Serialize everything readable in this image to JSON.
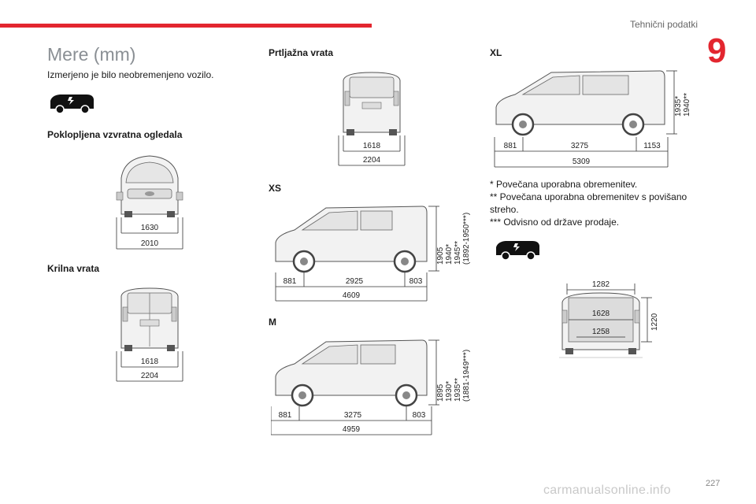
{
  "header": {
    "section": "Tehnični podatki",
    "chapter": "9"
  },
  "title": "Mere (mm)",
  "intro": "Izmerjeno je bilo neobremenjeno vozilo.",
  "front": {
    "label": "Poklopljena vzvratna ogledala",
    "inner": "1630",
    "outer": "2010"
  },
  "wing": {
    "label": "Krilna vrata",
    "inner": "1618",
    "outer": "2204"
  },
  "tailgate": {
    "label": "Prtljažna vrata",
    "inner": "1618",
    "outer": "2204"
  },
  "xs": {
    "label": "XS",
    "front": "881",
    "wheelbase": "2925",
    "rear": "803",
    "total": "4609",
    "heights": [
      "1905",
      "1940*",
      "1945**",
      "(1892-1950***)"
    ]
  },
  "m": {
    "label": "M",
    "front": "881",
    "wheelbase": "3275",
    "rear": "803",
    "total": "4959",
    "heights": [
      "1895",
      "1930*",
      "1935**",
      "(1881-1949***)"
    ]
  },
  "xl": {
    "label": "XL",
    "front": "881",
    "wheelbase": "3275",
    "rear": "1153",
    "total": "5309",
    "heights": [
      "1935*",
      "1940**"
    ]
  },
  "footnotes": [
    "* Povečana uporabna obremenitev.",
    "** Povečana uporabna obremenitev s povišano streho.",
    "*** Odvisno od države prodaje."
  ],
  "cargo": {
    "top": "1282",
    "middle": "1628",
    "bottom": "1258",
    "height": "1220"
  },
  "page_number": "227",
  "watermark": "carmanualsonline.info"
}
